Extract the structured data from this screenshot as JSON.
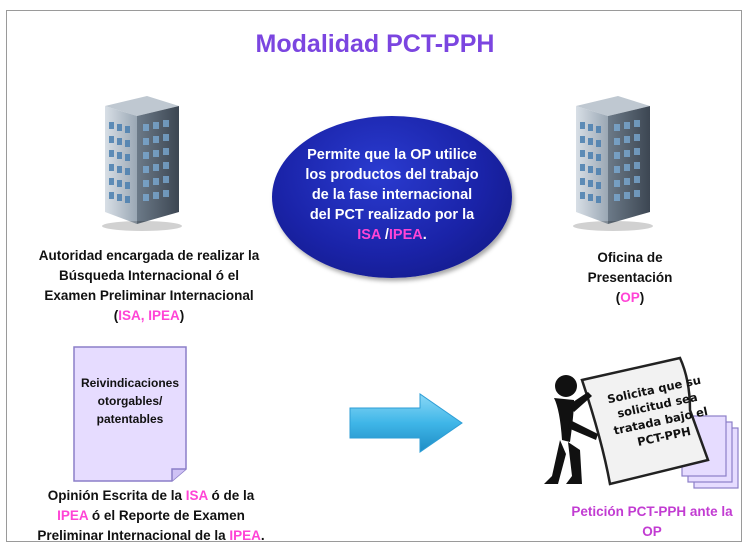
{
  "title": "Modalidad PCT-PPH",
  "center": {
    "line1": "Permite que la OP utilice",
    "line2": "los productos del trabajo",
    "line3": "de la fase internacional",
    "line4": "del PCT  realizado por la",
    "isa": "ISA",
    "sep": " /",
    "ipea": "IPEA",
    "end": "."
  },
  "left_building": {
    "line1": "Autoridad encargada de realizar la",
    "line2": "Búsqueda Internacional ó el",
    "line3": "Examen Preliminar Internacional",
    "open": "(",
    "abbr": "ISA, IPEA",
    "close": ")"
  },
  "right_building": {
    "line1": "Oficina de",
    "line2": "Presentación",
    "open": "(",
    "abbr": "OP",
    "close": ")"
  },
  "document": {
    "line1": "Reivindicaciones",
    "line2": "otorgables/",
    "line3": "patentables"
  },
  "opinion": {
    "part1": "Opinión Escrita de la ",
    "isa": "ISA",
    "part2": " ó de la",
    "ipea1": "IPEA",
    "part3": " ó el Reporte de Examen",
    "part4": "Preliminar Internacional de la ",
    "ipea2": "IPEA",
    "end": "."
  },
  "sign": {
    "line1": "Solicita que su",
    "line2": "solicitud sea",
    "line3": "tratada bajo el",
    "line4": "PCT-PPH"
  },
  "request": {
    "line1": "Petición PCT-PPH ante  la",
    "line2": "OP"
  },
  "colors": {
    "title": "#7b45e0",
    "highlight": "#ff44d6",
    "ellipse": "#1a23a8",
    "request": "#c23cd2",
    "arrow": "#3fb6e8",
    "document": "#e6dcff"
  }
}
